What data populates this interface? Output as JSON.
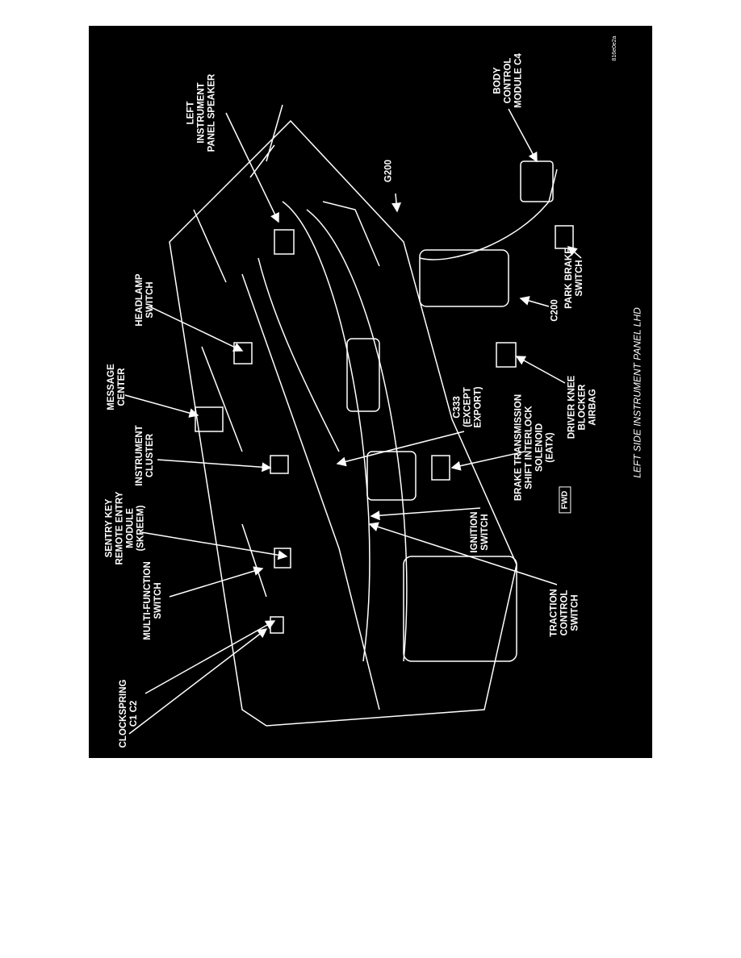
{
  "figure_code": "816e0e2a",
  "caption": "LEFT SIDE INSTRUMENT PANEL LHD",
  "direction_marker": "FWD",
  "labels": {
    "clockspring": "CLOCKSPRING\nC1  C2",
    "multifunction": "MULTI-FUNCTION\nSWITCH",
    "skreem": "SENTRY KEY\nREMOTE ENTRY\nMODULE\n(SKREEM)",
    "cluster": "INSTRUMENT\nCLUSTER",
    "message": "MESSAGE\nCENTER",
    "headlamp": "HEADLAMP\nSWITCH",
    "speaker": "LEFT\nINSTRUMENT\nPANEL SPEAKER",
    "g200": "G200",
    "bcm": "BODY\nCONTROL\nMODULE C4",
    "parkbrake": "PARK BRAKE\nSWITCH",
    "c200": "C200",
    "kneeairbag": "DRIVER KNEE\nBLOCKER\nAIRBAG",
    "c333": "C333\n(EXCEPT\nEXPORT)",
    "btsi": "BRAKE TRANSMISSION\nSHIFT INTERLOCK\nSOLENOID\n(EATX)",
    "ignition": "IGNITION\nSWITCH",
    "traction": "TRACTION\nCONTROL\nSWITCH"
  }
}
